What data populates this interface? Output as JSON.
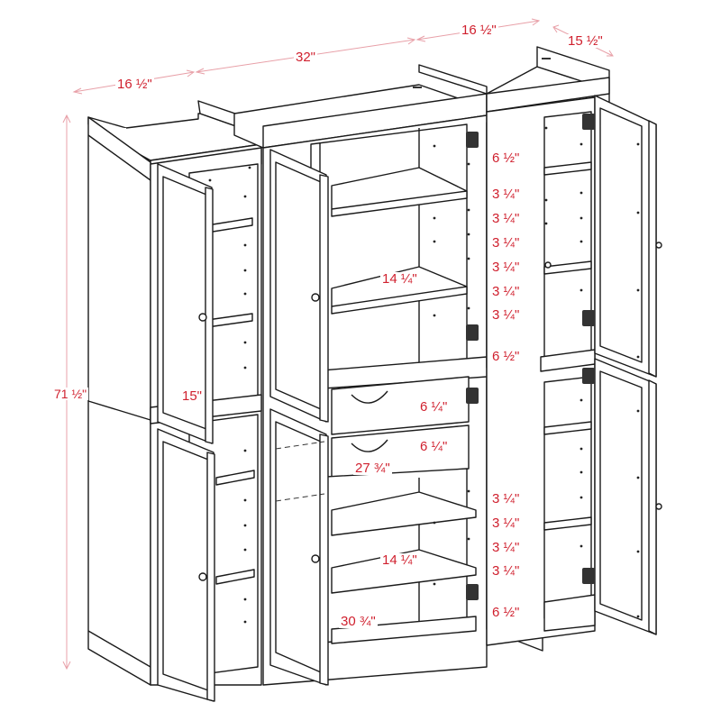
{
  "diagram": {
    "subject": "Tall storage cabinet set with open doors — dimension drawing",
    "colors": {
      "line": "#1a1a1a",
      "dimension_line": "#e8a0a8",
      "dimension_text": "#d0202e",
      "background": "#ffffff"
    },
    "overall_dimensions": {
      "left_unit_width": "16 ½\"",
      "center_unit_width": "32\"",
      "right_unit_width": "16 ½\"",
      "depth": "15 ½\"",
      "height": "71 ½\""
    },
    "interior_dimensions": {
      "side_cabinet_inner_depth": "15\"",
      "upper_shelf_depth": "14 ¼\"",
      "lower_shelf_depth": "14 ¼\"",
      "drawer_width": "27 ¾\"",
      "lower_inner_width": "30 ¾\""
    },
    "upper_spacing": [
      "6 ½\"",
      "3 ¼\"",
      "3 ¼\"",
      "3 ¼\"",
      "3 ¼\"",
      "3 ¼\"",
      "3 ¼\"",
      "6 ½\""
    ],
    "drawer_heights": [
      "6 ¼\"",
      "6 ¼\""
    ],
    "lower_spacing": [
      "3 ¼\"",
      "3 ¼\"",
      "3 ¼\"",
      "3 ¼\"",
      "6 ½\""
    ]
  }
}
